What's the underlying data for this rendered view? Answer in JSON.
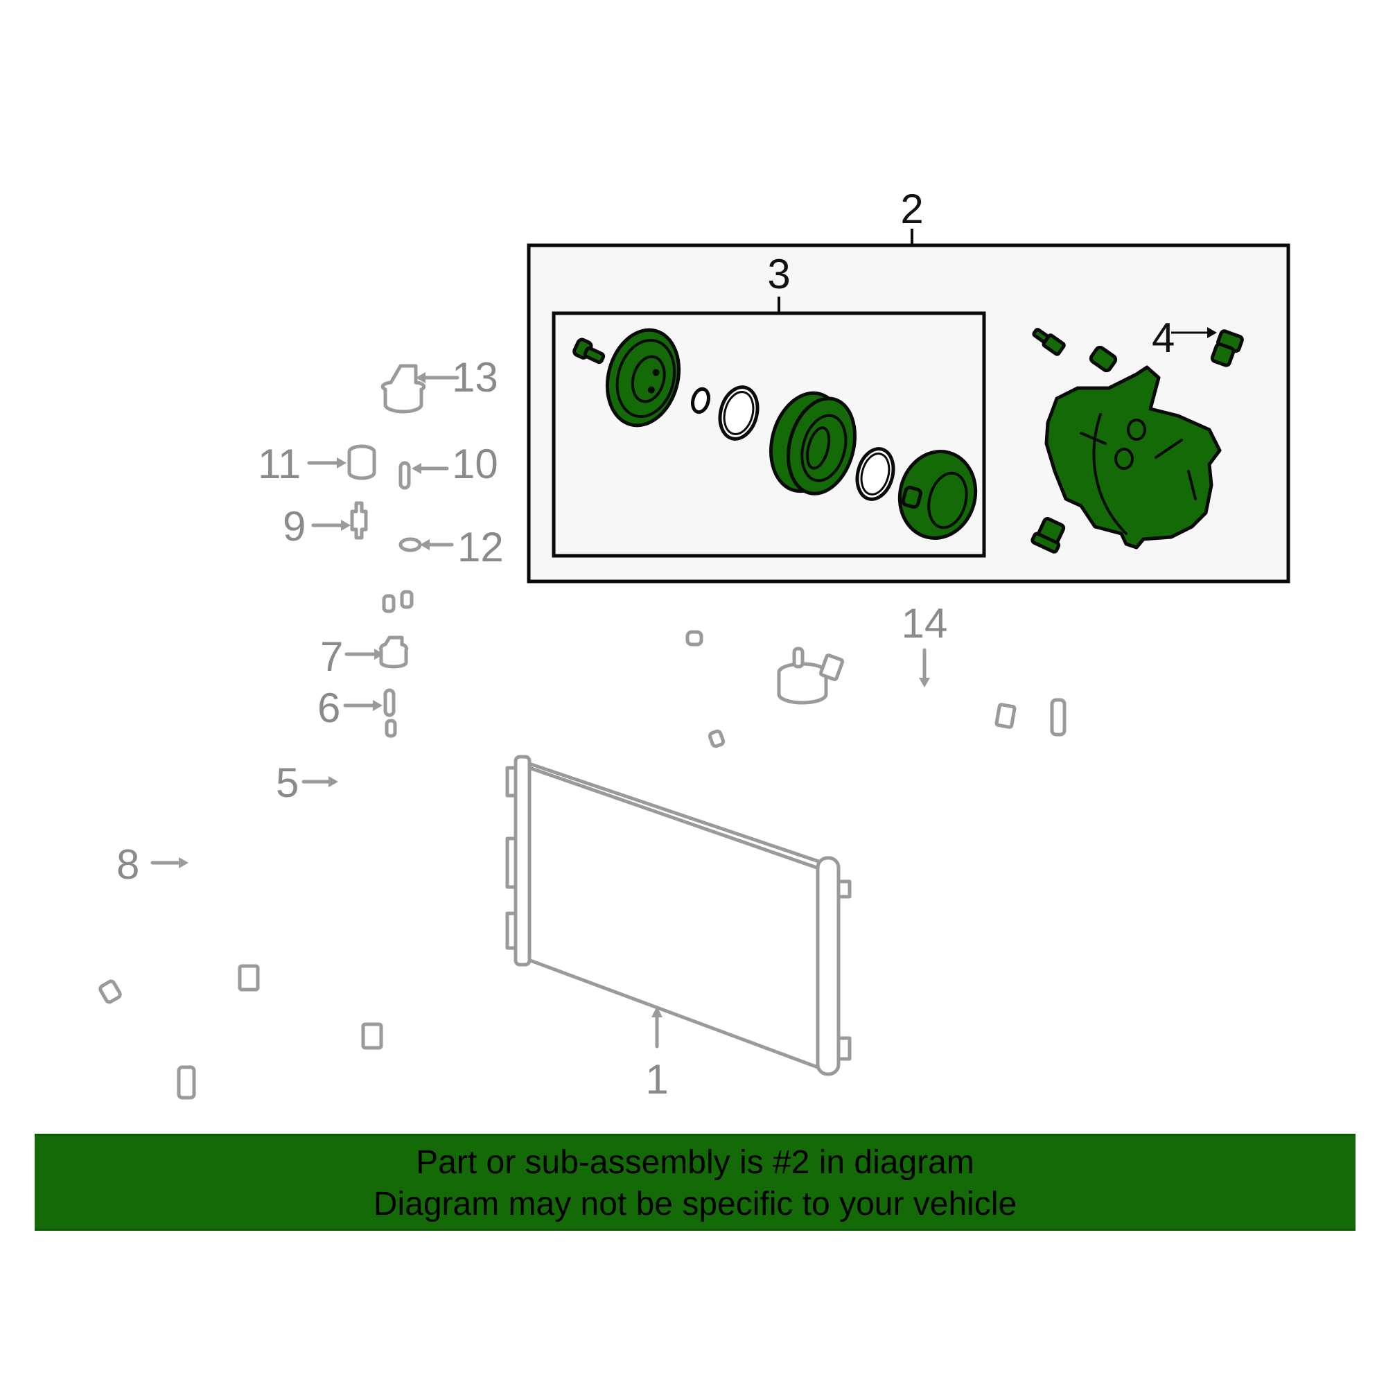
{
  "diagram": {
    "title": "A/C Compressor & Lines exploded parts diagram",
    "highlight_color": "#156a08",
    "ghost_color": "#9a9a9a",
    "callouts": [
      {
        "id": "1",
        "label": "1",
        "part": "condenser",
        "highlighted": false
      },
      {
        "id": "2",
        "label": "2",
        "part": "compressor-assembly",
        "highlighted": true
      },
      {
        "id": "3",
        "label": "3",
        "part": "clutch-assembly",
        "highlighted": true
      },
      {
        "id": "4",
        "label": "4",
        "part": "relief-valve",
        "highlighted": true
      },
      {
        "id": "5",
        "label": "5",
        "part": "hose-line",
        "highlighted": false
      },
      {
        "id": "6",
        "label": "6",
        "part": "valve-core",
        "highlighted": false
      },
      {
        "id": "7",
        "label": "7",
        "part": "cap",
        "highlighted": false
      },
      {
        "id": "8",
        "label": "8",
        "part": "tube-line",
        "highlighted": false
      },
      {
        "id": "9",
        "label": "9",
        "part": "valve",
        "highlighted": false
      },
      {
        "id": "10",
        "label": "10",
        "part": "valve-core",
        "highlighted": false
      },
      {
        "id": "11",
        "label": "11",
        "part": "cap",
        "highlighted": false
      },
      {
        "id": "12",
        "label": "12",
        "part": "o-ring",
        "highlighted": false
      },
      {
        "id": "13",
        "label": "13",
        "part": "cap",
        "highlighted": false
      },
      {
        "id": "14",
        "label": "14",
        "part": "suction-hose",
        "highlighted": false
      }
    ]
  },
  "banner": {
    "line1": "Part or sub-assembly is #2 in diagram",
    "line2": "Diagram may not be specific to your vehicle",
    "background": "#156a08"
  }
}
